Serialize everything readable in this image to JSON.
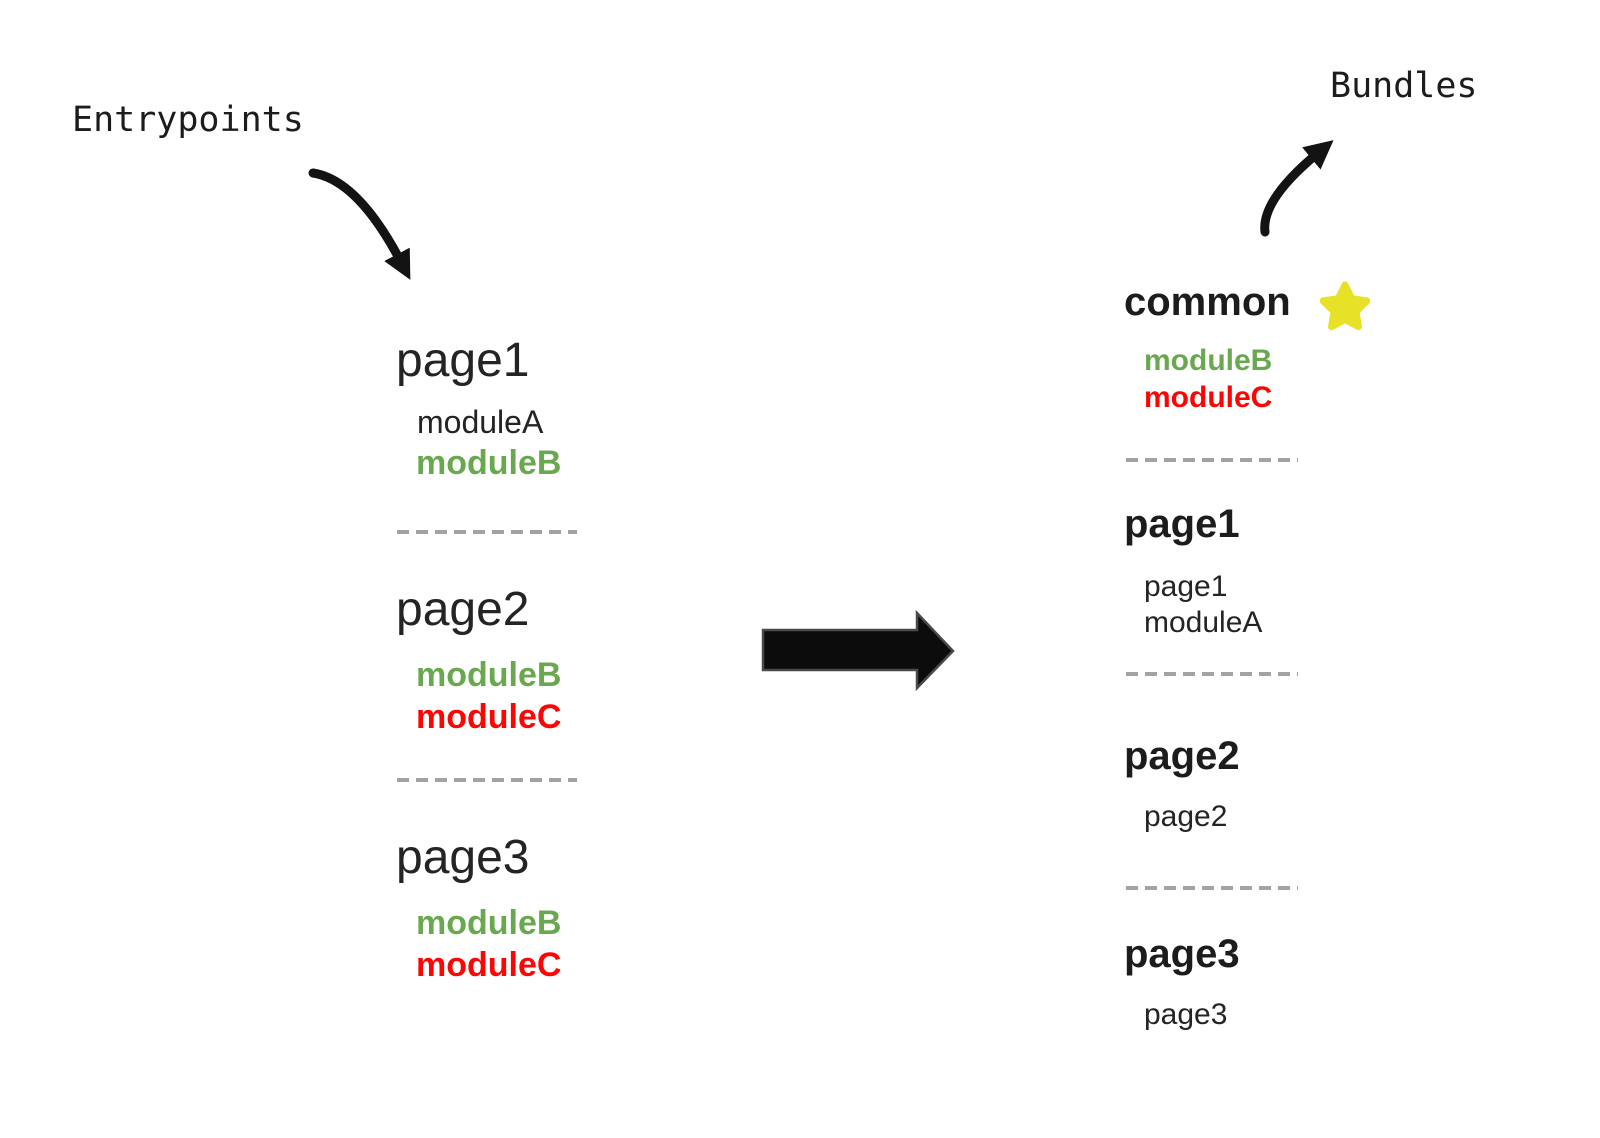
{
  "labels": {
    "entrypoints": "Entrypoints",
    "bundles": "Bundles"
  },
  "entrypoints": [
    {
      "title": "page1",
      "modules": [
        {
          "name": "moduleA",
          "color": "black"
        },
        {
          "name": "moduleB",
          "color": "green"
        }
      ]
    },
    {
      "title": "page2",
      "modules": [
        {
          "name": "moduleB",
          "color": "green"
        },
        {
          "name": "moduleC",
          "color": "red"
        }
      ]
    },
    {
      "title": "page3",
      "modules": [
        {
          "name": "moduleB",
          "color": "green"
        },
        {
          "name": "moduleC",
          "color": "red"
        }
      ]
    }
  ],
  "bundles": [
    {
      "title": "common",
      "starred": true,
      "modules": [
        {
          "name": "moduleB",
          "color": "green"
        },
        {
          "name": "moduleC",
          "color": "red"
        }
      ]
    },
    {
      "title": "page1",
      "starred": false,
      "modules": [
        {
          "name": "page1",
          "color": "black"
        },
        {
          "name": "moduleA",
          "color": "black"
        }
      ]
    },
    {
      "title": "page2",
      "starred": false,
      "modules": [
        {
          "name": "page2",
          "color": "black"
        }
      ]
    },
    {
      "title": "page3",
      "starred": false,
      "modules": [
        {
          "name": "page3",
          "color": "black"
        }
      ]
    }
  ],
  "colors": {
    "green": "#6aa84f",
    "red": "#fb0505",
    "black": "#242424",
    "star": "#e7e227",
    "dash": "#a3a3a3",
    "arrow": "#131313"
  }
}
